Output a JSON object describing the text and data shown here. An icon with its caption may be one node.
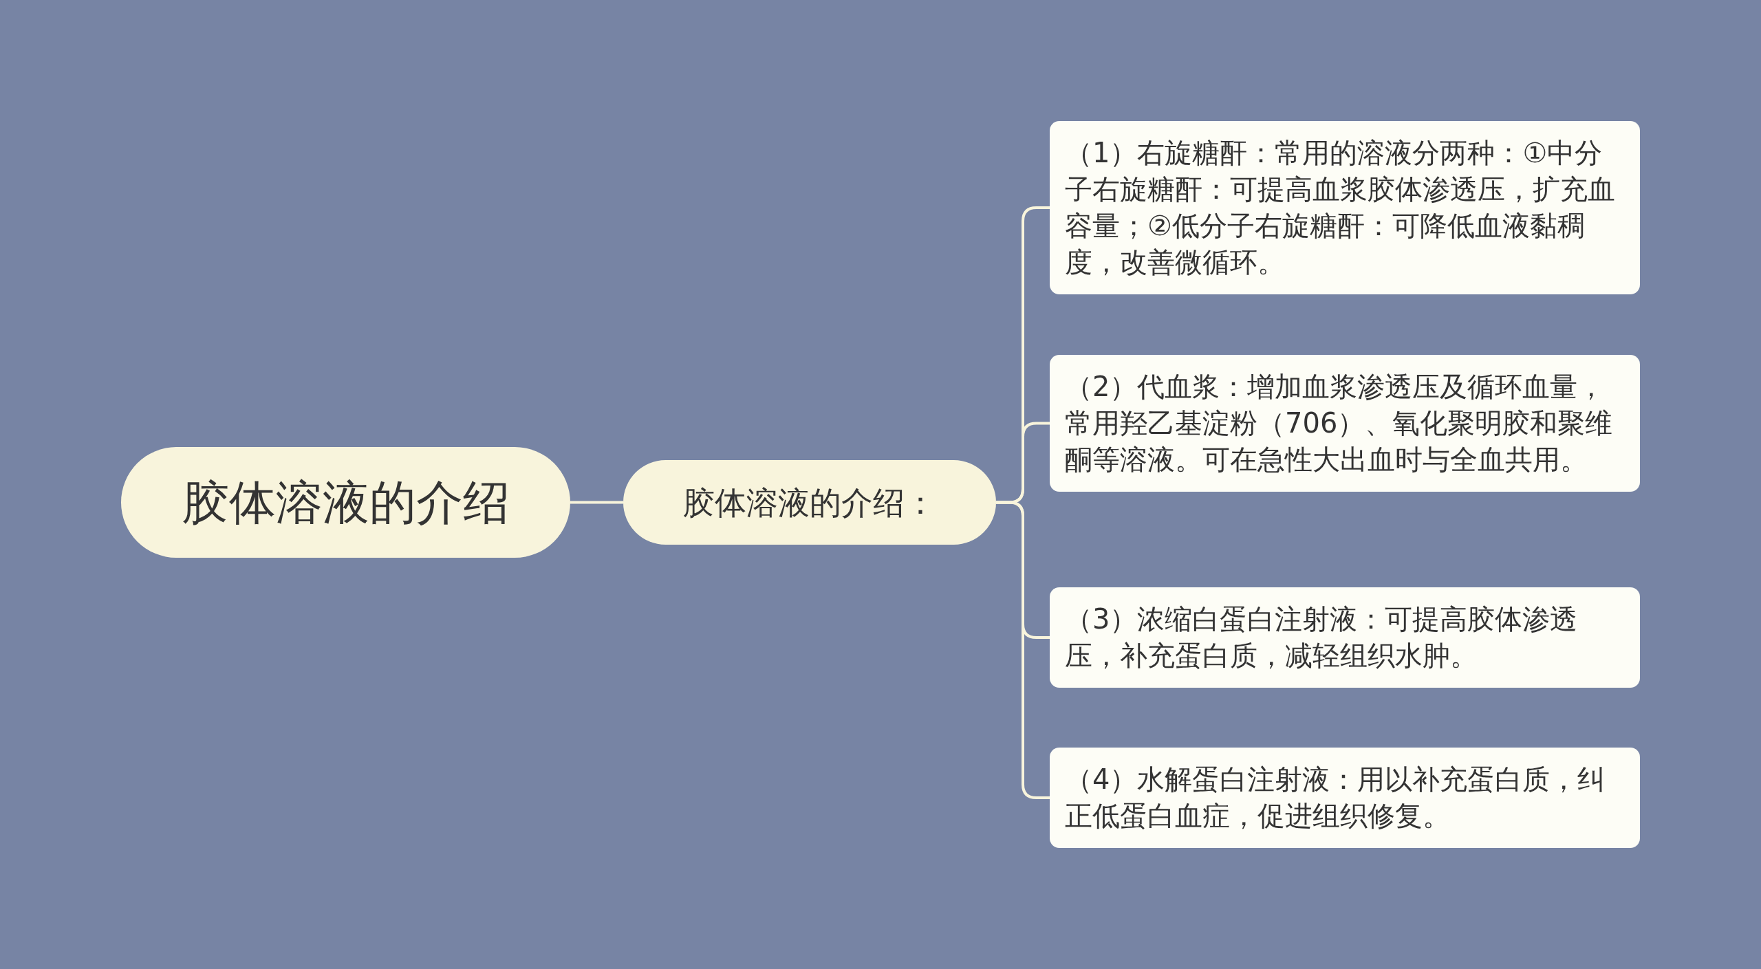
{
  "diagram": {
    "nodes": [
      {
        "text": [
          "胶体溶液的介绍"
        ]
      },
      {
        "text": [
          "胶体溶液的介绍："
        ]
      },
      {
        "text": [
          "（1）右旋糖酐：常用的溶液分两种：①中分子右旋糖酐：可提高血浆胶体渗透压，扩充血容量；②低分子右旋糖酐：可降低血液黏稠度，改善微循环。"
        ]
      },
      {
        "text": [
          "（2）代血浆：增加血浆渗透压及循环血量，常用羟乙基淀粉（706）、氧化聚明胶和聚维酮等溶液。可在急性大出血时与全血共用。"
        ]
      },
      {
        "text": [
          "（3）浓缩白蛋白注射液：可提高胶体渗透压，补充蛋白质，减轻组织水肿。"
        ]
      },
      {
        "text": [
          "（4）水解蛋白注射液：用以补充蛋白质，纠正低蛋白血症，促进组织修复。"
        ]
      }
    ],
    "edges": [
      {
        "from": 0,
        "to": 1,
        "arrow": "none"
      },
      {
        "from": 1,
        "to": 2,
        "arrow": "none"
      },
      {
        "from": 1,
        "to": 3,
        "arrow": "none"
      },
      {
        "from": 1,
        "to": 4,
        "arrow": "none"
      },
      {
        "from": 1,
        "to": 5,
        "arrow": "none"
      }
    ]
  }
}
